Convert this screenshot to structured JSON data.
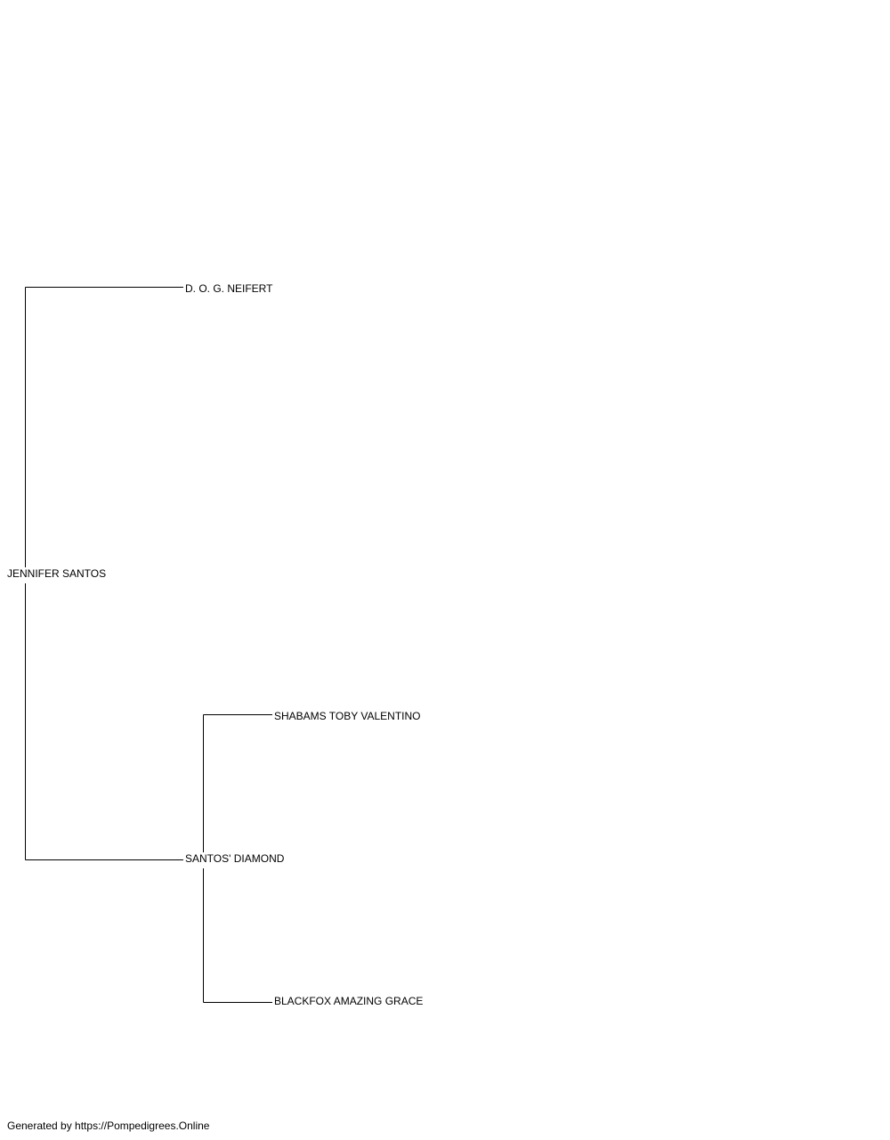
{
  "pedigree": {
    "subject": "JENNIFER SANTOS",
    "sire": "D. O. G. NEIFERT",
    "dam": "SANTOS' DIAMOND",
    "dam_sire": "SHABAMS TOBY VALENTINO",
    "dam_dam": "BLACKFOX AMAZING GRACE"
  },
  "footer": {
    "text": "Generated by https://Pompedigrees.Online"
  },
  "colors": {
    "line": "#000000",
    "background": "#ffffff",
    "text": "#000000"
  }
}
